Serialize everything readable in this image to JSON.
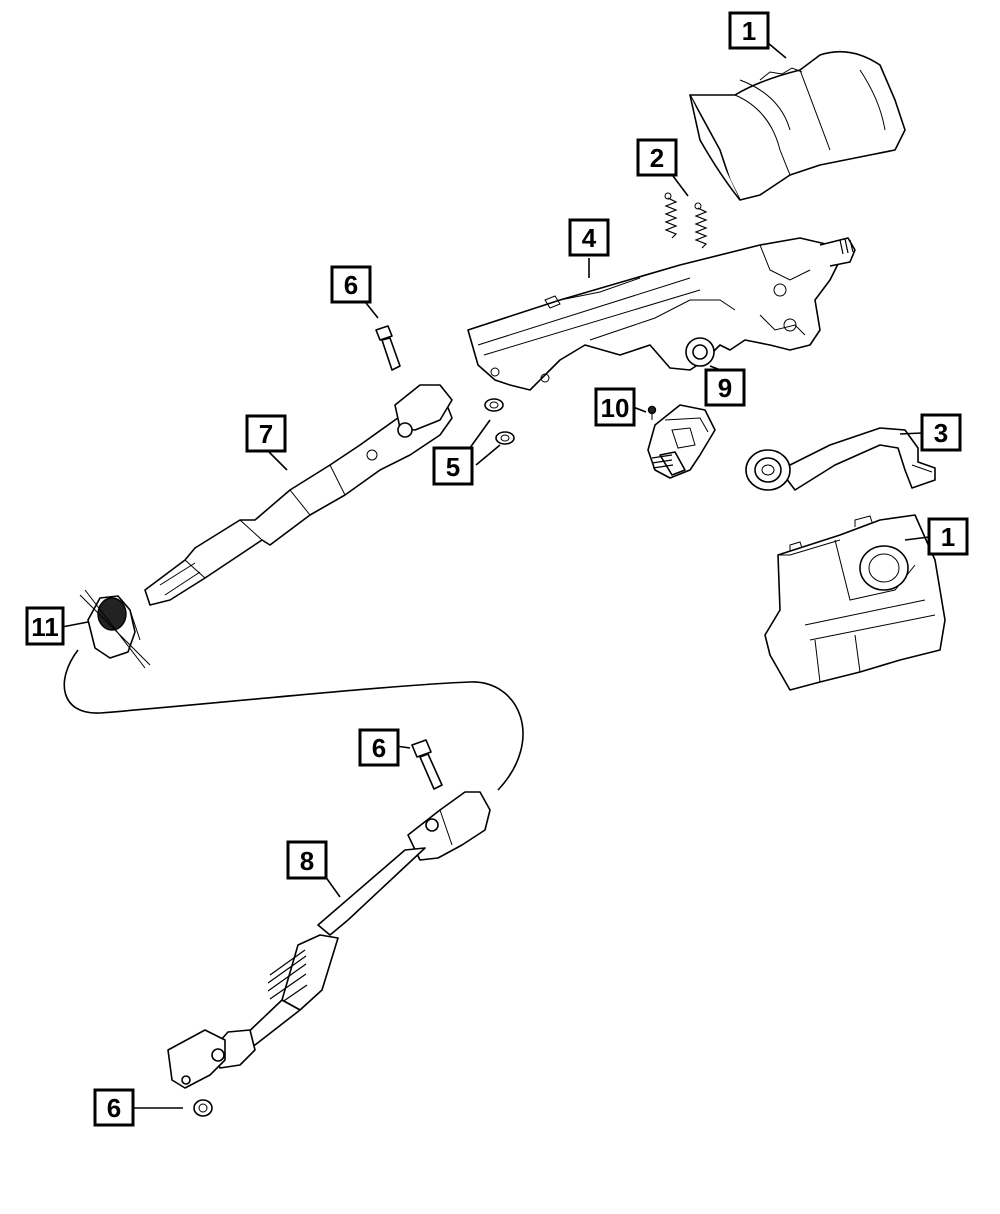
{
  "callouts": [
    {
      "id": "c1a",
      "label": "1"
    },
    {
      "id": "c1b",
      "label": "1"
    },
    {
      "id": "c2",
      "label": "2"
    },
    {
      "id": "c3",
      "label": "3"
    },
    {
      "id": "c4",
      "label": "4"
    },
    {
      "id": "c5",
      "label": "5"
    },
    {
      "id": "c6a",
      "label": "6"
    },
    {
      "id": "c6b",
      "label": "6"
    },
    {
      "id": "c6c",
      "label": "6"
    },
    {
      "id": "c7",
      "label": "7"
    },
    {
      "id": "c8",
      "label": "8"
    },
    {
      "id": "c9",
      "label": "9"
    },
    {
      "id": "c10",
      "label": "10"
    },
    {
      "id": "c11",
      "label": "11"
    }
  ],
  "colors": {
    "line": "#000000",
    "background": "#ffffff",
    "dark_fill": "#222222"
  }
}
